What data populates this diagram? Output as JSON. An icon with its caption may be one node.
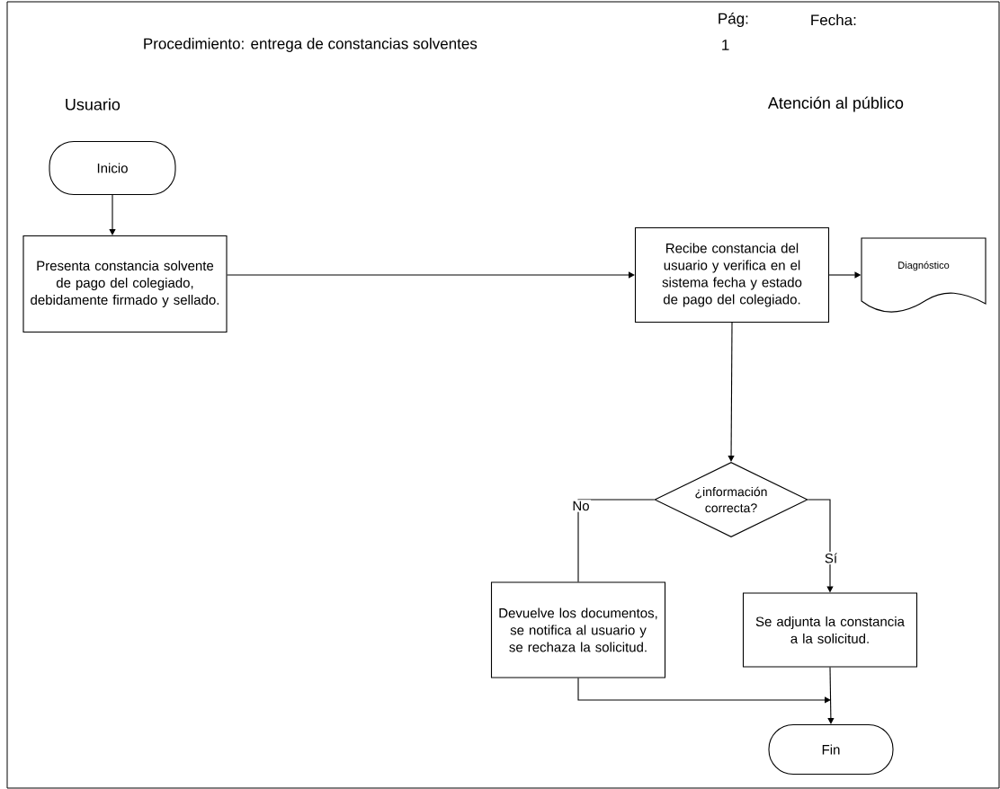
{
  "diagram": {
    "title": "Procedimiento:  entrega de constancias solventes",
    "nodes": [
      {
        "text": [
          "Inicio"
        ]
      },
      {
        "text": [
          "Presenta constancia solvente de pago del colegiado, debidamente firmado y sellado."
        ]
      },
      {
        "text": [
          "Recibe constancia del usuario y verifica en el sistema fecha y estado de pago del colegiado."
        ]
      },
      {
        "text": [
          "Diagnóstico"
        ]
      },
      {
        "text": [
          "¿información correcta?"
        ]
      },
      {
        "text": [
          "Devuelve los documentos, se notifica al usuario y se rechaza la solicitud."
        ]
      },
      {
        "text": [
          "Se adjunta la constancia a la solicitud."
        ]
      },
      {
        "text": [
          "Fin"
        ]
      }
    ],
    "edges": [
      {
        "from": 0,
        "to": 1,
        "arrow": "to"
      },
      {
        "from": 1,
        "to": 2,
        "arrow": "to"
      },
      {
        "from": 2,
        "to": 3,
        "arrow": "to"
      },
      {
        "from": 2,
        "to": 4,
        "arrow": "to"
      },
      {
        "from": 4,
        "to": 5,
        "arrow": "none",
        "label": "No"
      },
      {
        "from": 4,
        "to": 6,
        "arrow": "to",
        "label": "Sí"
      },
      {
        "from": 5,
        "to": 7,
        "arrow": "to"
      },
      {
        "from": 6,
        "to": 7,
        "arrow": "to"
      }
    ],
    "labels": [
      "Pág:",
      "Fecha:",
      "1",
      "Usuario",
      "Atención al público"
    ]
  }
}
